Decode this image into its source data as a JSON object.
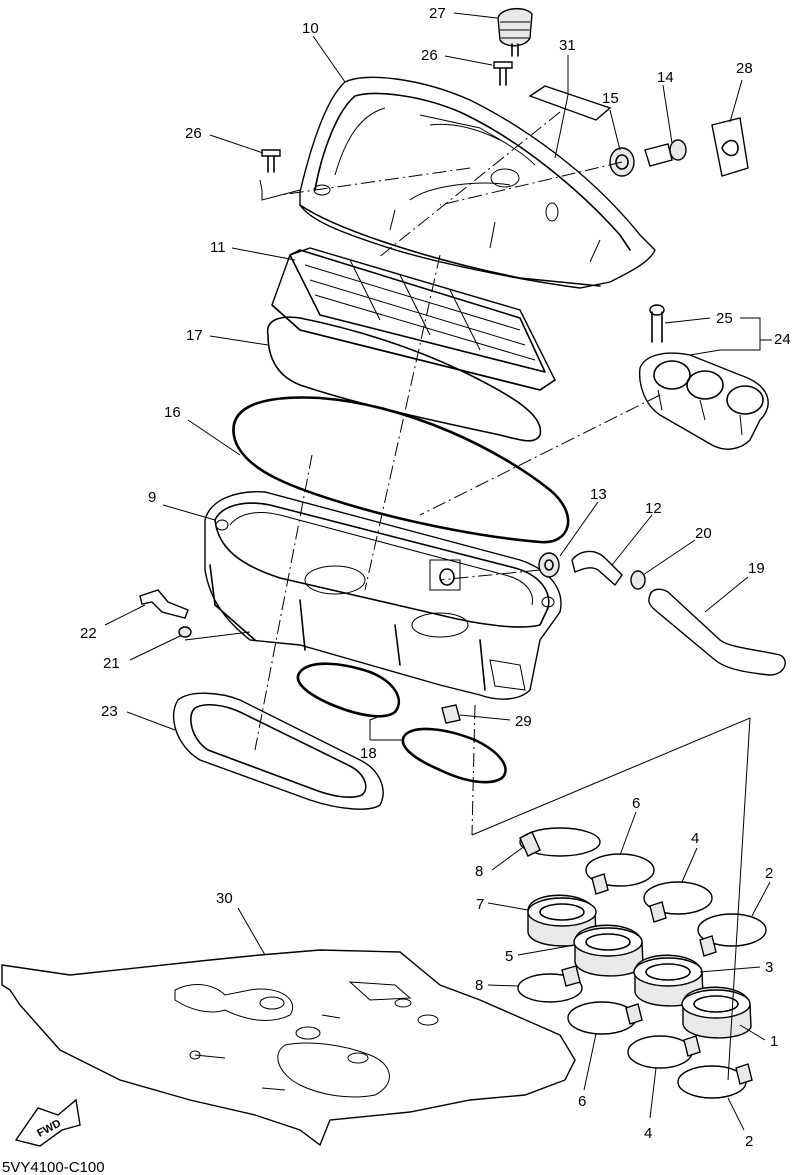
{
  "diagram": {
    "drawing_code": "5VY4100-C100",
    "fwd_label": "FWD",
    "callouts": {
      "c1": "1",
      "c2a": "2",
      "c2b": "2",
      "c3": "3",
      "c4a": "4",
      "c4b": "4",
      "c5": "5",
      "c6a": "6",
      "c6b": "6",
      "c7": "7",
      "c8a": "8",
      "c8b": "8",
      "c9": "9",
      "c10": "10",
      "c11": "11",
      "c12": "12",
      "c13": "13",
      "c14": "14",
      "c15": "15",
      "c16": "16",
      "c17": "17",
      "c18": "18",
      "c19": "19",
      "c20": "20",
      "c21": "21",
      "c22": "22",
      "c23": "23",
      "c24": "24",
      "c25": "25",
      "c26a": "26",
      "c26b": "26",
      "c27": "27",
      "c28": "28",
      "c29": "29",
      "c30": "30",
      "c31": "31"
    }
  }
}
